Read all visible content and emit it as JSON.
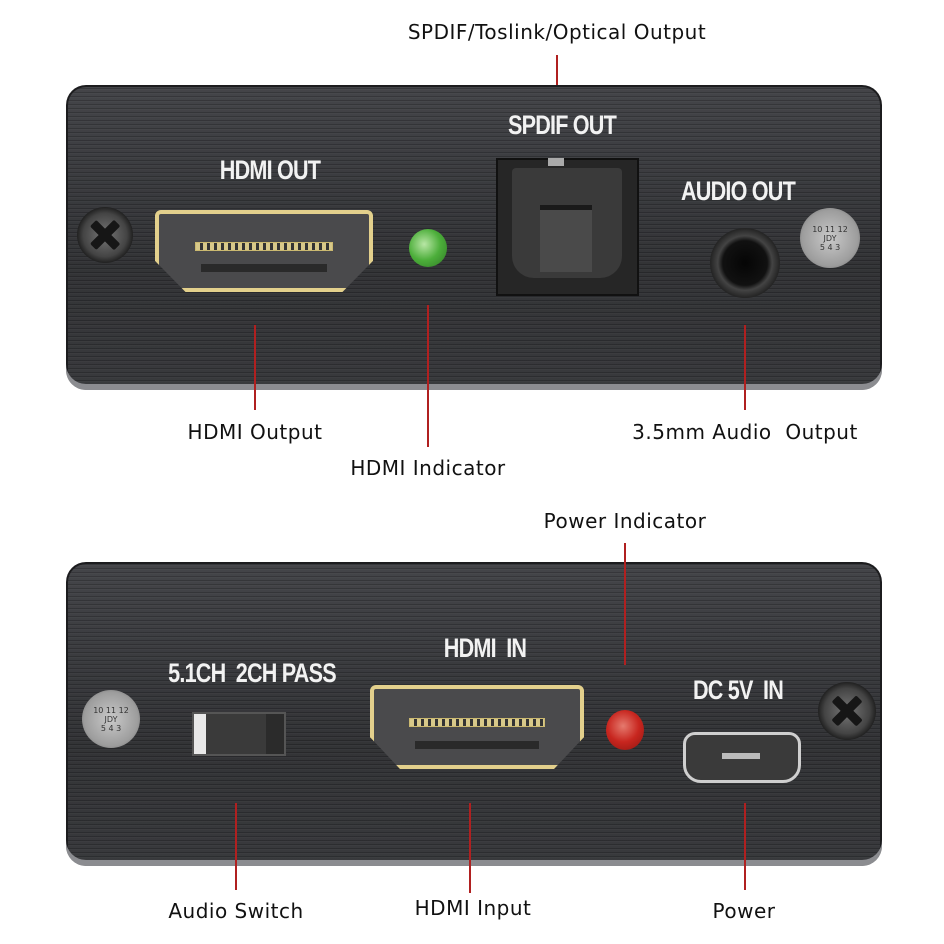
{
  "top_panel": {
    "silkscreen": {
      "hdmi_out": "HDMI OUT",
      "spdif_out": "SPDIF OUT",
      "audio_out": "AUDIO OUT"
    },
    "callouts": {
      "spdif": "SPDIF/Toslink/Optical Output",
      "hdmi_output": "HDMI Output",
      "hdmi_indicator": "HDMI Indicator",
      "audio_output": "3.5mm Audio  Output"
    },
    "led_color": "#4cae3a"
  },
  "bottom_panel": {
    "silkscreen": {
      "switch": "5.1CH  2CH PASS",
      "hdmi_in": "HDMI  IN",
      "dc_in": "DC 5V  IN"
    },
    "callouts": {
      "power_indicator": "Power Indicator",
      "audio_switch": "Audio Switch",
      "hdmi_input": "HDMI Input",
      "power": "Power"
    },
    "led_color": "#c8261f"
  },
  "colors": {
    "callout_line": "#b02020"
  }
}
